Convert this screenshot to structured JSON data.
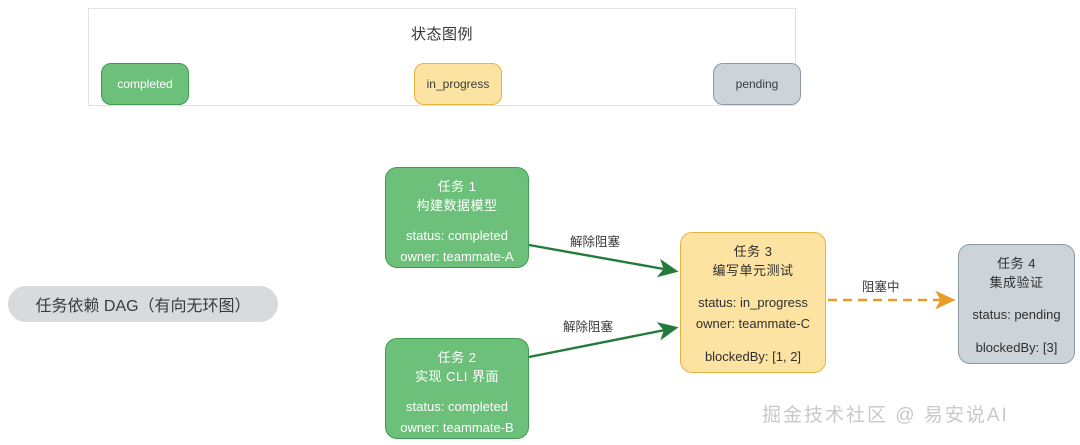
{
  "legend": {
    "title": "状态图例",
    "items": [
      {
        "id": "completed",
        "label": "completed",
        "fill": "#6dc07a",
        "stroke": "#3f9b52",
        "text": "#ffffff"
      },
      {
        "id": "in_progress",
        "label": "in_progress",
        "fill": "#fde3a2",
        "stroke": "#e8b341",
        "text": "#3a3a3a"
      },
      {
        "id": "pending",
        "label": "pending",
        "fill": "#ccd4da",
        "stroke": "#8d9aa5",
        "text": "#3a3a3a"
      }
    ]
  },
  "diagram": {
    "title_pill": "任务依赖 DAG（有向无环图）",
    "nodes": [
      {
        "id": "task-1",
        "title": "任务 1",
        "subtitle": "构建数据模型",
        "status_line": "status: completed",
        "owner_line": "owner: teammate-A",
        "blocked_line": "",
        "status": "completed"
      },
      {
        "id": "task-2",
        "title": "任务 2",
        "subtitle": "实现 CLI 界面",
        "status_line": "status: completed",
        "owner_line": "owner: teammate-B",
        "blocked_line": "",
        "status": "completed"
      },
      {
        "id": "task-3",
        "title": "任务 3",
        "subtitle": "编写单元测试",
        "status_line": "status: in_progress",
        "owner_line": "owner: teammate-C",
        "blocked_line": "blockedBy: [1, 2]",
        "status": "in_progress"
      },
      {
        "id": "task-4",
        "title": "任务 4",
        "subtitle": "集成验证",
        "status_line": "status: pending",
        "owner_line": "",
        "blocked_line": "blockedBy: [3]",
        "status": "pending"
      }
    ],
    "edges": [
      {
        "id": "e1",
        "from": "task-1",
        "to": "task-3",
        "label": "解除阻塞",
        "style": "solid",
        "color": "#237a3a"
      },
      {
        "id": "e2",
        "from": "task-2",
        "to": "task-3",
        "label": "解除阻塞",
        "style": "solid",
        "color": "#237a3a"
      },
      {
        "id": "e3",
        "from": "task-3",
        "to": "task-4",
        "label": "阻塞中",
        "style": "dashed",
        "color": "#e79c28"
      }
    ]
  },
  "watermark": "掘金技术社区 @ 易安说AI"
}
